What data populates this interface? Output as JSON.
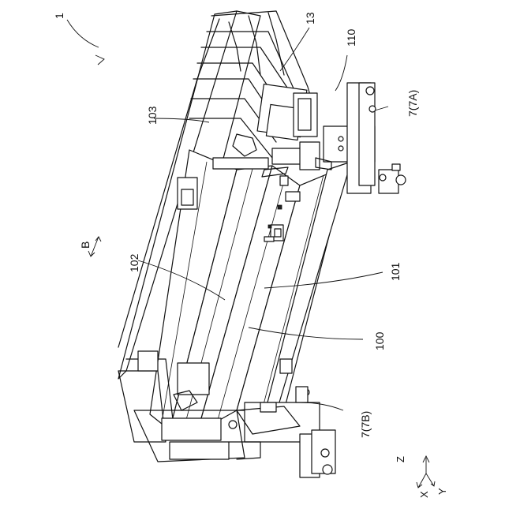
{
  "figure": {
    "labels": {
      "device": "1",
      "b_direction": "B",
      "machine": "100",
      "part_101": "101",
      "part_102": "102",
      "part_103": "103",
      "part_13": "13",
      "part_110": "110",
      "foot_a": "7(7A)",
      "foot_b": "7(7B)"
    },
    "axes": {
      "z": "Z",
      "x": "X",
      "y": "Y"
    }
  }
}
